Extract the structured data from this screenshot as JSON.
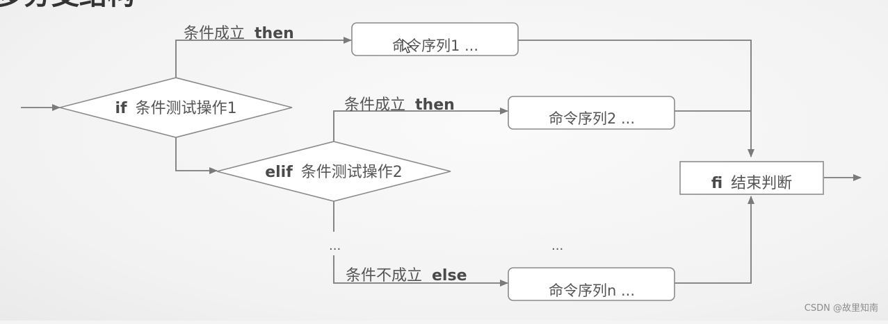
{
  "diagram": {
    "title_partial": "多分支结构",
    "if_node": {
      "keyword": "if",
      "label": "条件测试操作1"
    },
    "elif_node": {
      "keyword": "elif",
      "label": "条件测试操作2"
    },
    "fi_node": {
      "keyword": "fi",
      "label": "结束判断"
    },
    "commands": [
      "命令序列1 ...",
      "命令序列2 ...",
      "命令序列n ..."
    ],
    "edge_labels": {
      "then1": {
        "text": "条件成立",
        "keyword": "then"
      },
      "then2": {
        "text": "条件成立",
        "keyword": "then"
      },
      "else": {
        "text": "条件不成立",
        "keyword": "else"
      }
    },
    "ellipsis_left": "...",
    "ellipsis_right": "..."
  },
  "watermark": "CSDN @故里知南",
  "colors": {
    "background": "#f4f4f4",
    "line": "#7a7a7a",
    "box_border": "#8a8a8a",
    "text": "#555555"
  }
}
